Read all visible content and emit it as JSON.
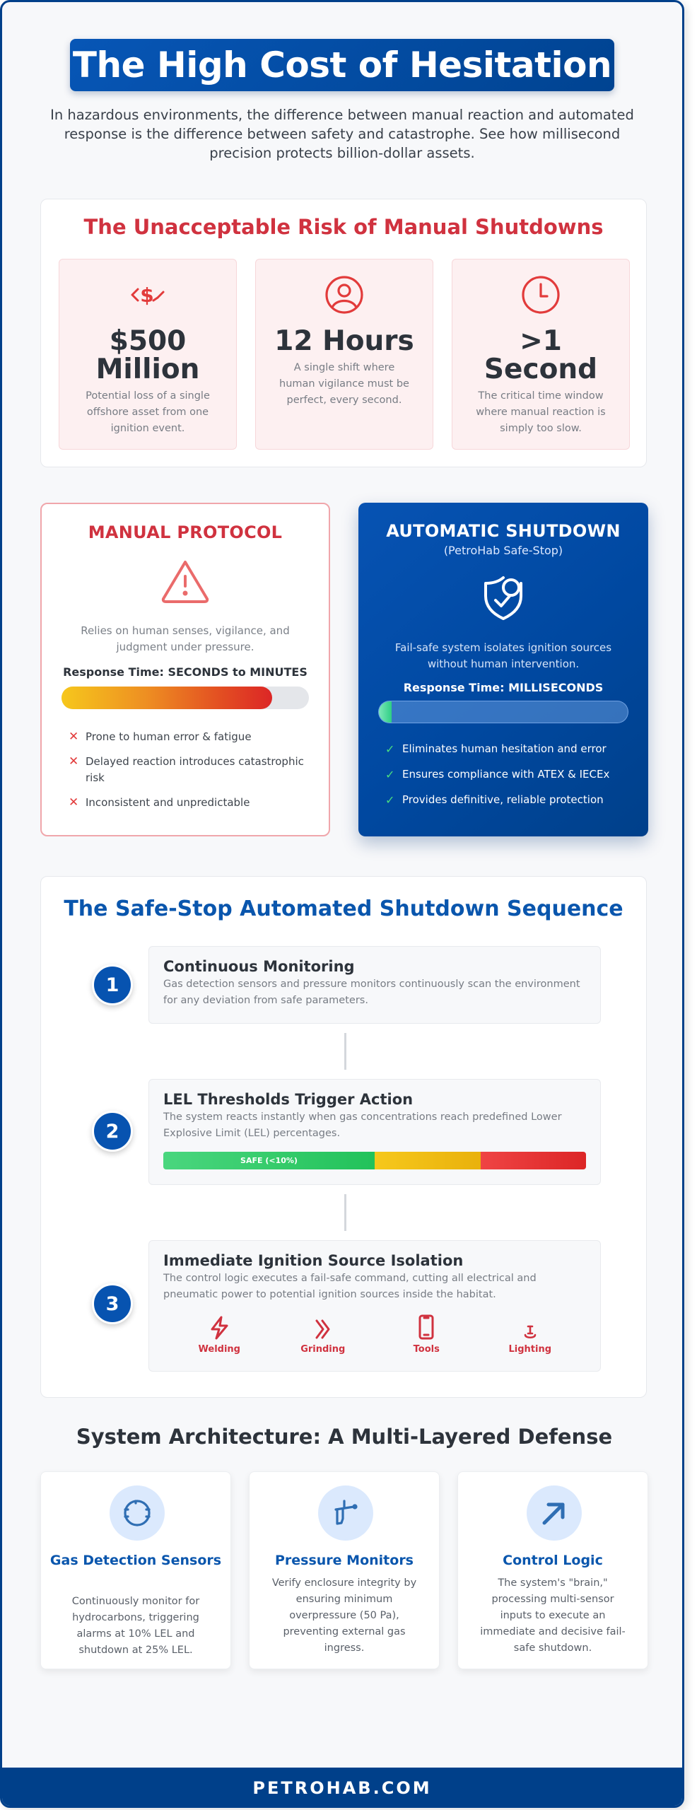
{
  "header": {
    "title": "The High Cost of Hesitation",
    "intro": "In hazardous environments, the difference between manual reaction and automated response is the difference between safety and catastrophe. See how millisecond precision protects billion-dollar assets."
  },
  "risk": {
    "title": "The Unacceptable Risk of Manual Shutdowns",
    "cards": [
      {
        "icon": "dollar-loss-icon",
        "value_line1": "$500",
        "value_line2": "Million",
        "desc": "Potential loss of a single offshore asset from one ignition event."
      },
      {
        "icon": "user-circle-icon",
        "value_line1": "12 Hours",
        "value_line2": "",
        "desc": "A single shift where human vigilance must be perfect, every second."
      },
      {
        "icon": "clock-icon",
        "value_line1": ">1",
        "value_line2": "Second",
        "desc": "The critical time window where manual reaction is simply too slow."
      }
    ]
  },
  "comparison": {
    "manual": {
      "title": "MANUAL PROTOCOL",
      "icon": "warning-triangle-icon",
      "desc": "Relies on human senses, vigilance, and judgment under pressure.",
      "response": "Response Time: SECONDS to MINUTES",
      "progress_pct": 85,
      "points": [
        "Prone to human error & fatigue",
        "Delayed reaction introduces catastrophic risk",
        "Inconsistent and unpredictable"
      ],
      "mark": "✕"
    },
    "automatic": {
      "title": "AUTOMATIC SHUTDOWN",
      "subtitle": "(PetroHab Safe-Stop)",
      "icon": "shield-check-icon",
      "desc": "Fail-safe system isolates ignition sources without human intervention.",
      "response": "Response Time: MILLISECONDS",
      "progress_pct": 3,
      "points": [
        "Eliminates human hesitation and error",
        "Ensures compliance with ATEX & IECEx",
        "Provides definitive, reliable protection"
      ],
      "mark": "✓"
    }
  },
  "sequence": {
    "title": "The Safe-Stop Automated Shutdown Sequence",
    "steps": [
      {
        "number": "1",
        "title": "Continuous Monitoring",
        "desc": "Gas detection sensors and pressure monitors continuously scan the environment for any deviation from safe parameters."
      },
      {
        "number": "2",
        "title": "LEL Thresholds Trigger Action",
        "desc": "The system reacts instantly when gas concentrations reach predefined Lower Explosive Limit (LEL) percentages.",
        "lel_safe_label": "SAFE (<10%)"
      },
      {
        "number": "3",
        "title": "Immediate Ignition Source Isolation",
        "desc": "The control logic executes a fail-safe command, cutting all electrical and pneumatic power to potential ignition sources inside the habitat."
      }
    ],
    "ignition_sources": [
      {
        "icon": "lightning-bolt-icon",
        "label": "Welding"
      },
      {
        "icon": "double-chevron-icon",
        "label": "Grinding"
      },
      {
        "icon": "phone-device-icon",
        "label": "Tools"
      },
      {
        "icon": "lamp-icon",
        "label": "Lighting"
      }
    ]
  },
  "architecture": {
    "title": "System Architecture: A Multi-Layered Defense",
    "cards": [
      {
        "icon": "sensor-ring-icon",
        "title": "Gas Detection Sensors",
        "desc": "Continuously monitor for hydrocarbons, triggering alarms at 10% LEL and shutdown at 25% LEL."
      },
      {
        "icon": "pressure-gauge-icon",
        "title": "Pressure Monitors",
        "desc": "Verify enclosure integrity by ensuring minimum overpressure (50 Pa), preventing external gas ingress."
      },
      {
        "icon": "arrow-up-right-icon",
        "title": "Control Logic",
        "desc": "The system's \"brain,\" processing multi-sensor inputs to execute an immediate and decisive fail-safe shutdown."
      }
    ]
  },
  "footer": {
    "text": "PETROHAB.COM"
  },
  "colors": {
    "brand_blue": "#0753b0",
    "dark_blue": "#00408a",
    "danger_red": "#d0323f",
    "safe_green": "#22c55e",
    "warn_yellow": "#eab308"
  }
}
